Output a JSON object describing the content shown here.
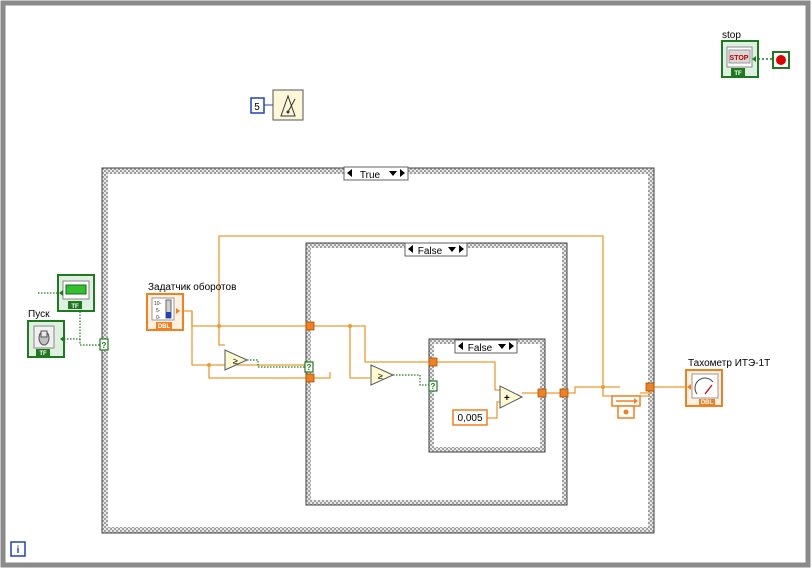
{
  "diagram": {
    "outer_case": {
      "selector": "True"
    },
    "middle_case": {
      "selector": "False"
    },
    "inner_case": {
      "selector": "False"
    },
    "stop_label": "stop",
    "stop_button_text": "STOP",
    "start_label": "Пуск",
    "setpoint_label": "Задатчик оборотов",
    "tachometer_label": "Тахометр ИТЭ-1Т",
    "wait_ms": "5",
    "increment": "0,005",
    "tf": "TF",
    "dbl": "DBL",
    "tick_10": "10-",
    "tick_5": "5-",
    "tick_0": "0-",
    "info": "i"
  },
  "colors": {
    "orange_wire": "#ee9a30",
    "green_wire": "#2e7d32",
    "case_border": "#666666",
    "bool_terminal": "#1e7a1e",
    "dbl_terminal": "#f08020"
  }
}
